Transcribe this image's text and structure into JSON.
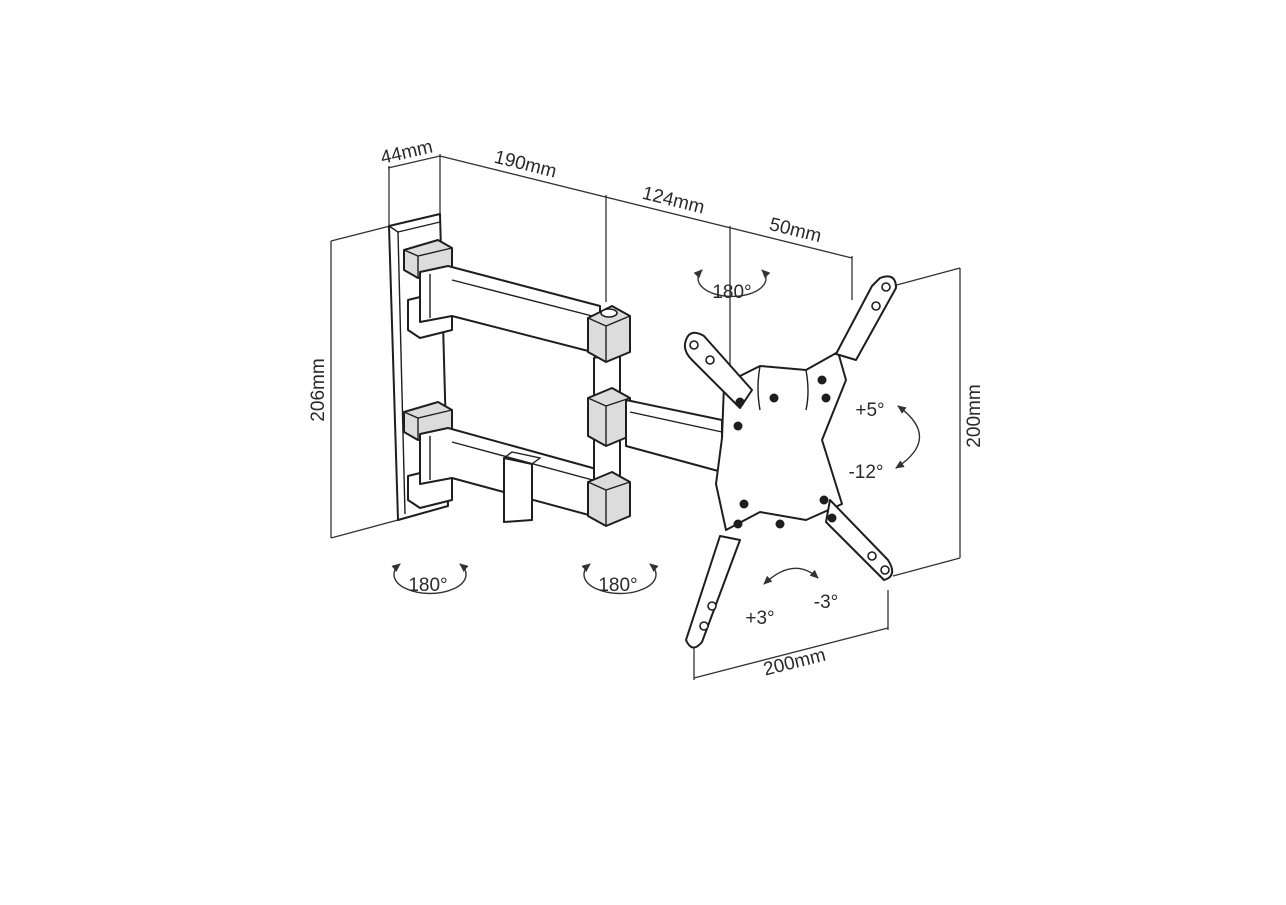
{
  "diagram": {
    "dimensions": {
      "wall_plate_depth": "44mm",
      "first_arm": "190mm",
      "second_arm": "124mm",
      "head_offset": "50mm",
      "wall_plate_height": "206mm",
      "vesa_height": "200mm",
      "vesa_width": "200mm"
    },
    "rotations": {
      "head_swivel": "180°",
      "wall_swivel": "180°",
      "arm_swivel": "180°",
      "tilt_up": "+5°",
      "tilt_down": "-12°",
      "level_plus": "+3°",
      "level_minus": "-3°"
    }
  }
}
